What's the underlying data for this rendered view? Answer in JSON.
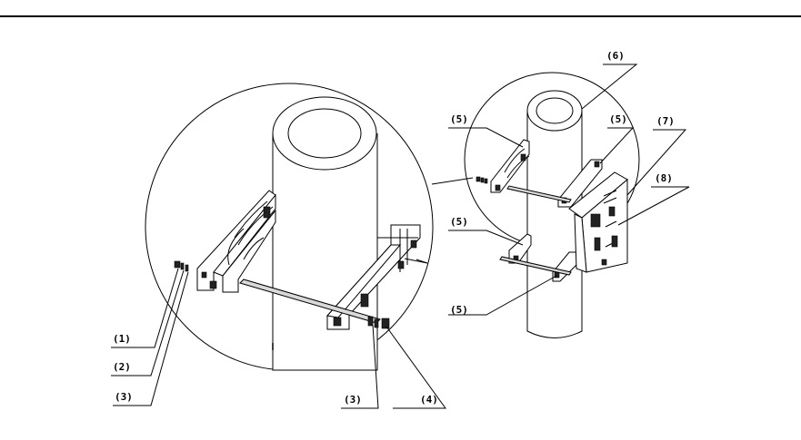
{
  "callouts": {
    "c1": "(1)",
    "c2": "(2)",
    "c3a": "(3)",
    "c3b": "(3)",
    "c4": "(4)",
    "c5a": "(5)",
    "c5b": "(5)",
    "c5c": "(5)",
    "c5d": "(5)",
    "c6": "(6)",
    "c7": "(7)",
    "c8": "(8)"
  }
}
